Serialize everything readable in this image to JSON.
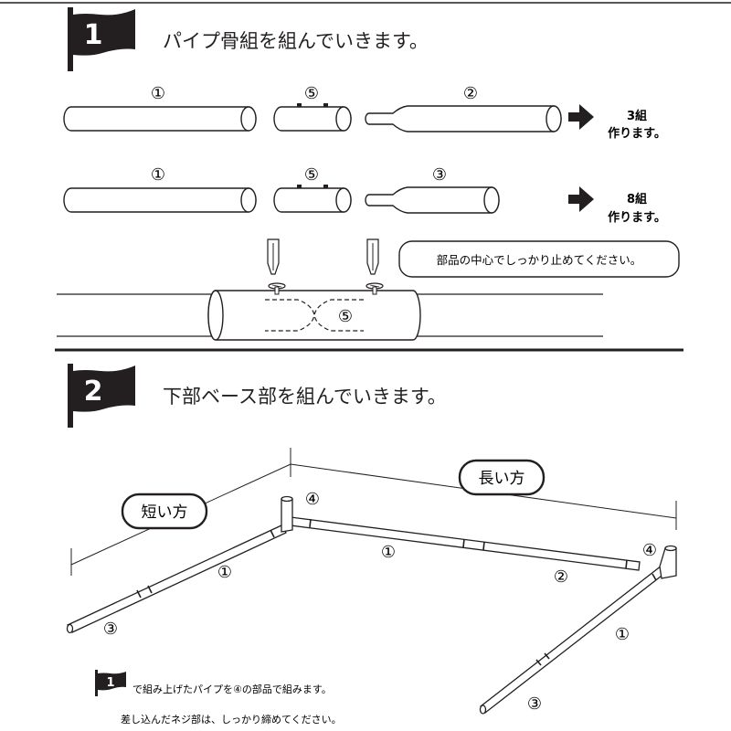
{
  "step1": {
    "number": "1",
    "title": "パイプ骨組を組んでいきます。",
    "row1": {
      "labels": [
        "①",
        "⑤",
        "②"
      ],
      "result_count": "3組",
      "result_text": "作ります。"
    },
    "row2": {
      "labels": [
        "①",
        "⑤",
        "③"
      ],
      "result_count": "8組",
      "result_text": "作ります。"
    },
    "callout": "部品の中心でしっかり止めてください。",
    "joint_label": "⑤"
  },
  "step2": {
    "number": "2",
    "title": "下部ベース部を組んでいきます。",
    "short_side": "短い方",
    "long_side": "長い方",
    "labels": {
      "corner_left": "④",
      "corner_right": "④",
      "top_middle": "①",
      "top_right": "②",
      "left_middle": "①",
      "left_end": "③",
      "right_middle": "①",
      "right_end": "③"
    },
    "note": {
      "number": "1",
      "line1": "で組み上げたパイプを④の部品で組みます。",
      "line2": "差し込んだネジ部は、しっかり締めてください。"
    }
  },
  "colors": {
    "ink": "#231f20",
    "pipe_fill": "#ffffff",
    "paper": "#ffffff"
  }
}
